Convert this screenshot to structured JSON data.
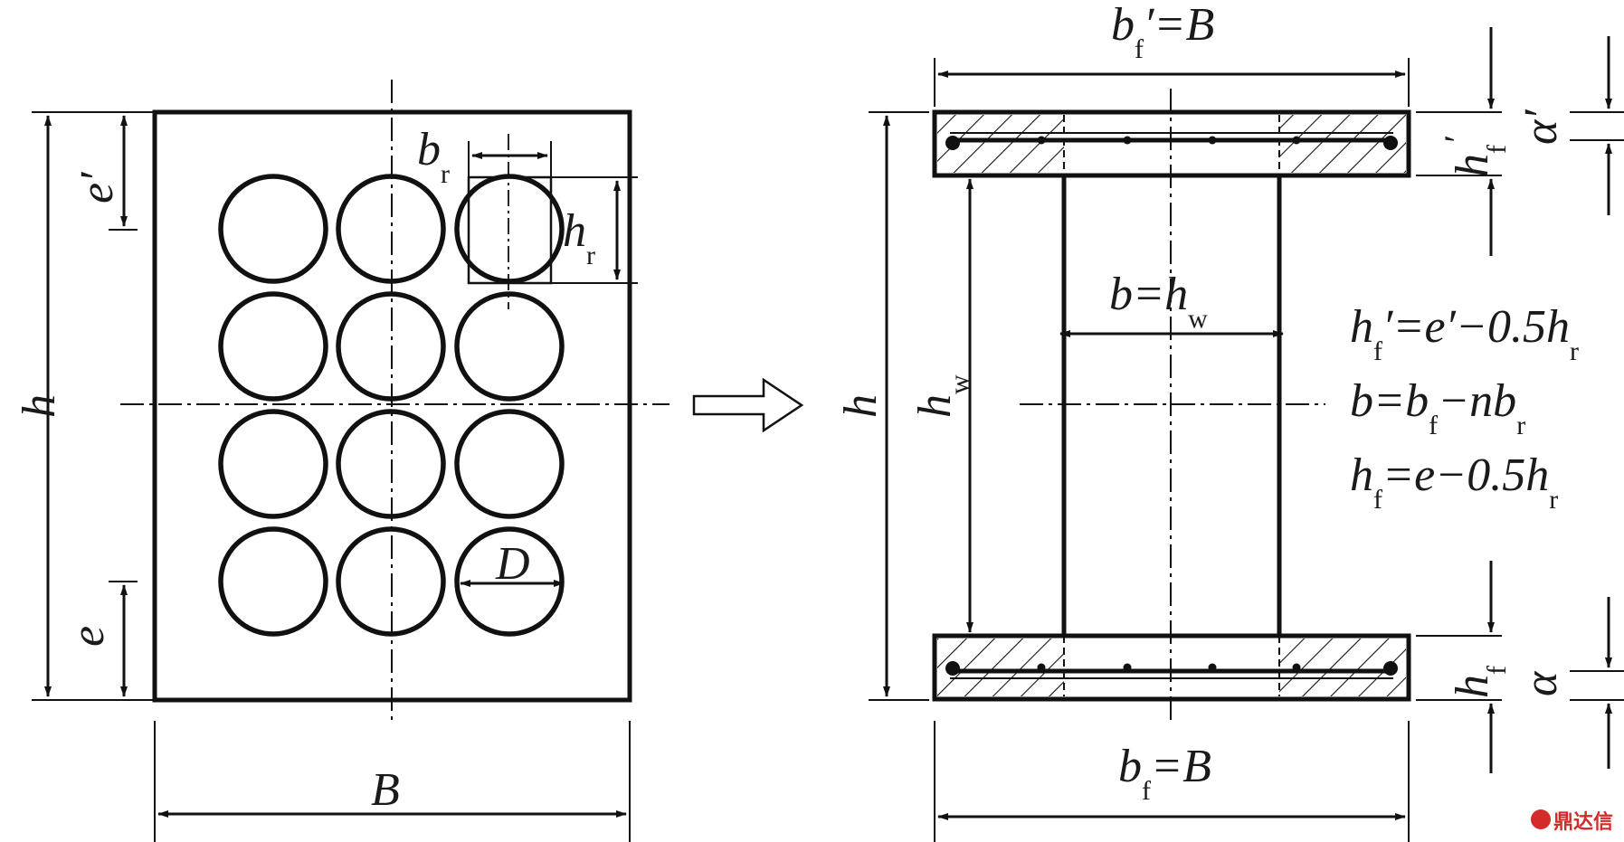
{
  "left_section": {
    "dim_h": "h",
    "dim_B": "B",
    "dim_e_prime": "e′",
    "dim_e": "e",
    "dim_br_main": "b",
    "dim_br_sub": "r",
    "dim_hr_main": "h",
    "dim_hr_sub": "r",
    "dim_D": "D"
  },
  "right_section": {
    "top_width_main": "b",
    "top_width_sub": "f",
    "top_width_rest": "′=B",
    "bottom_width_main": "b",
    "bottom_width_sub": "f",
    "bottom_width_rest": "=B",
    "dim_h": "h",
    "dim_hw_main": "h",
    "dim_hw_sub": "w",
    "web_main": "b=h",
    "web_sub": "w",
    "hf_top_main": "h",
    "hf_top_sub": "f",
    "hf_top_sup": "′",
    "alpha_top": "α′",
    "hf_bot_main": "h",
    "hf_bot_sub": "f",
    "alpha_bot": "α"
  },
  "formulas": {
    "f1_a": "h",
    "f1_sub": "f",
    "f1_b": "′=e′−0.5h",
    "f1_sub2": "r",
    "f2_a": "b=b",
    "f2_sub": "f",
    "f2_b": "−nb",
    "f2_sub2": "r",
    "f3_a": "h",
    "f3_sub": "f",
    "f3_b": "=e−0.5h",
    "f3_sub2": "r"
  },
  "watermark": {
    "text": "鼎达信",
    "brand_color": "#d42a2a"
  }
}
